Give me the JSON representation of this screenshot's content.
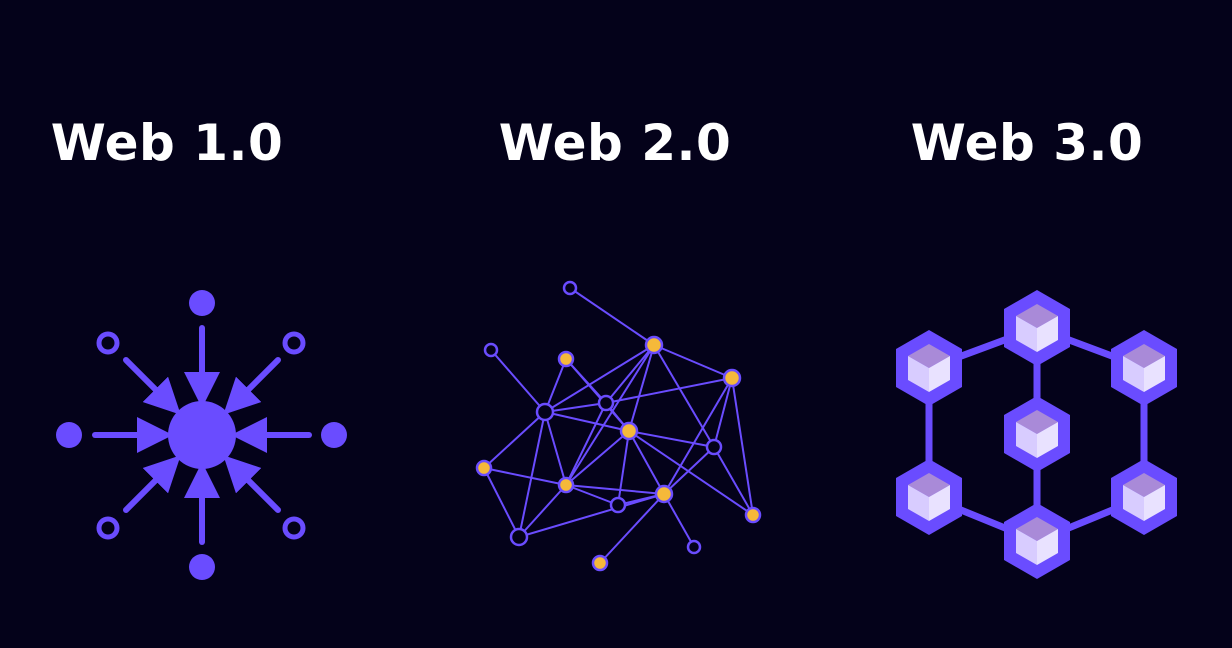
{
  "titles": {
    "web1": "Web 1.0",
    "web2": "Web 2.0",
    "web3": "Web 3.0"
  },
  "colors": {
    "background": "#04021a",
    "accent": "#6a4cff",
    "node_highlight": "#f5b93a",
    "cube_face": "#d8ccff",
    "cube_top": "#a98ad8",
    "text": "#ffffff"
  },
  "icons": {
    "web1": "centralized-hub-icon",
    "web2": "network-graph-icon",
    "web3": "blockchain-cubes-icon"
  }
}
